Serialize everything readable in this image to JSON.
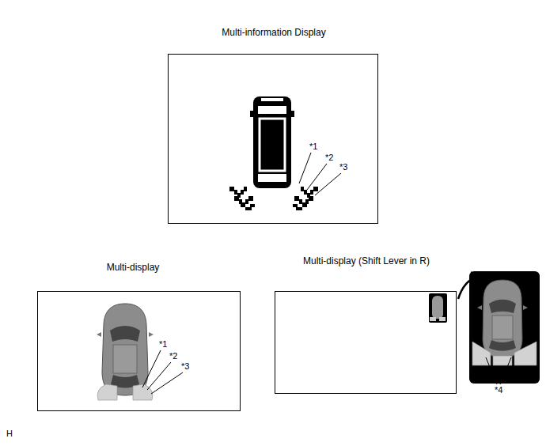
{
  "diagram": {
    "nodes": [
      {
        "text": [
          "Multi-information Display"
        ]
      },
      {
        "text": [
          "Multi-display"
        ]
      },
      {
        "text": [
          "Multi-display (Shift Lever in R)"
        ]
      }
    ],
    "labels": [
      "*1",
      "*2",
      "*3",
      "*1",
      "*2",
      "*3",
      "*4",
      "H"
    ]
  }
}
